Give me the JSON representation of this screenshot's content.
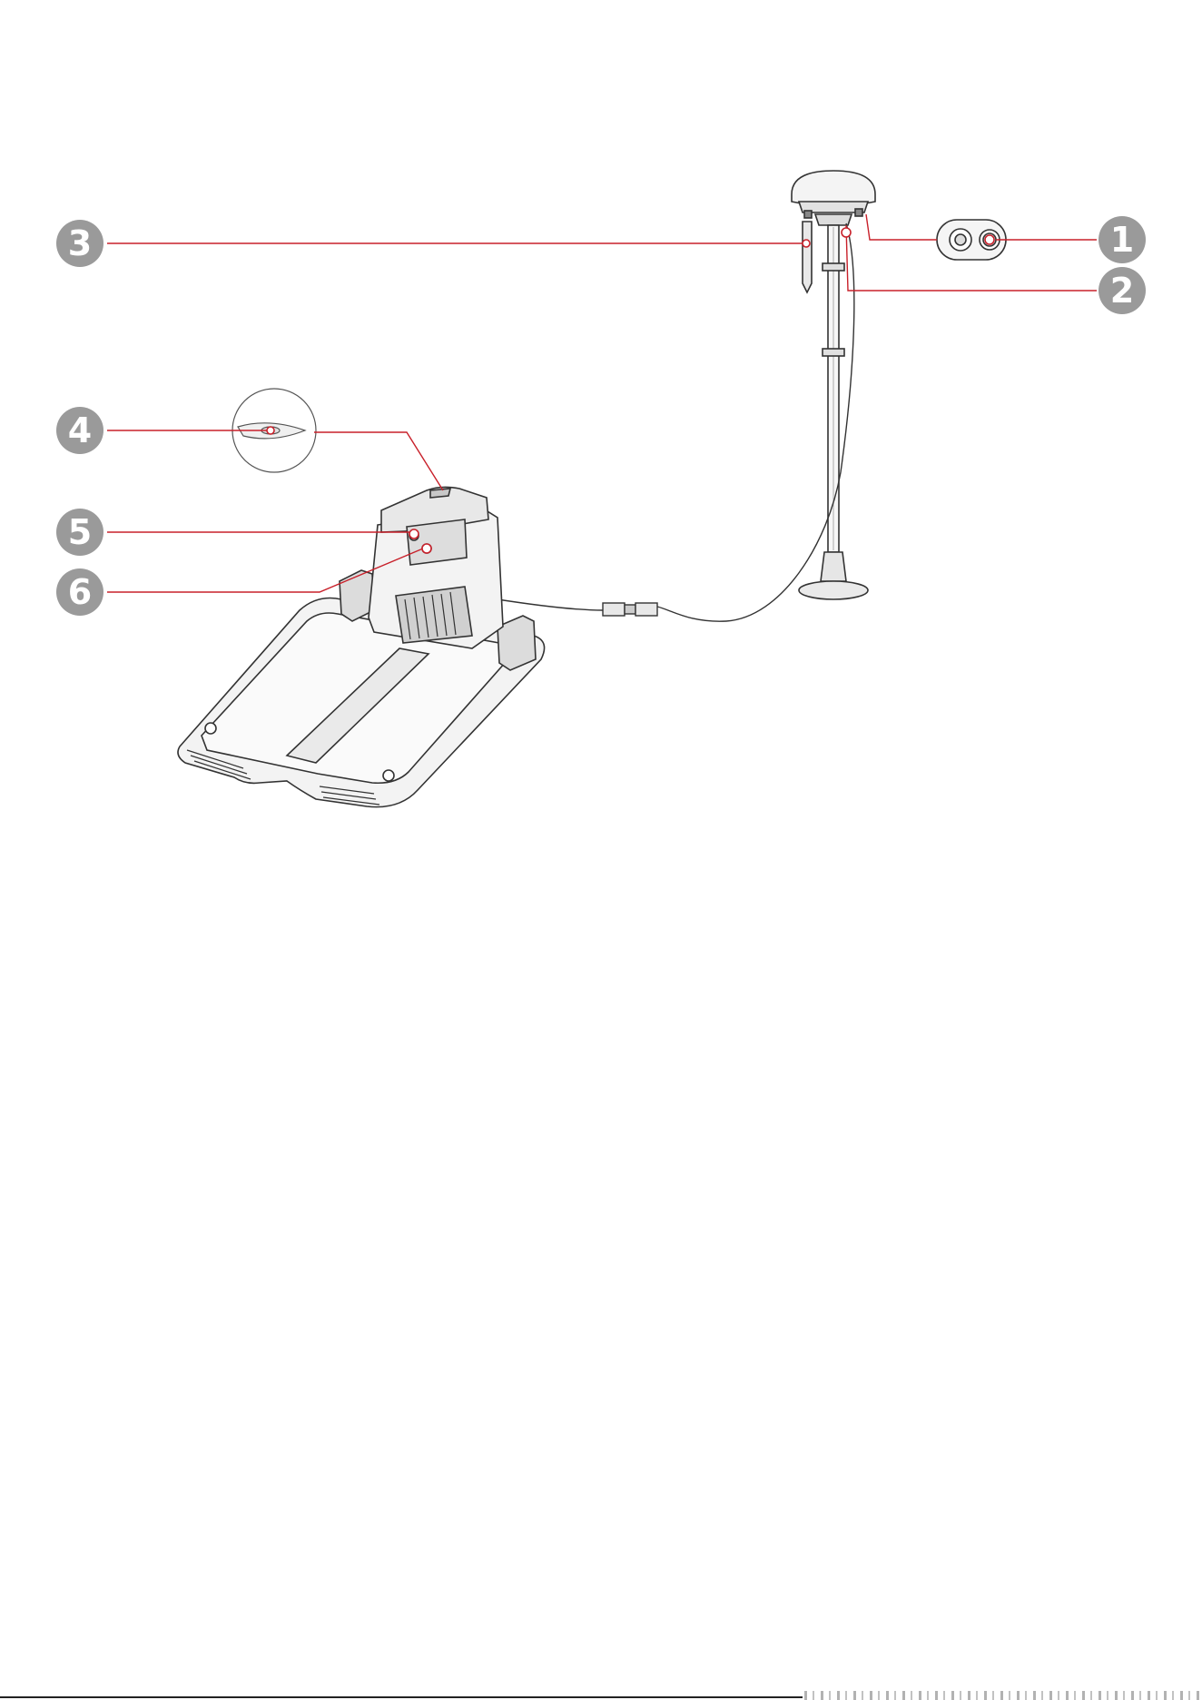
{
  "diagram": {
    "callouts": [
      {
        "number": "1",
        "target": "antenna-connector-port"
      },
      {
        "number": "2",
        "target": "antenna-cable-port"
      },
      {
        "number": "3",
        "target": "mounting-stake"
      },
      {
        "number": "4",
        "target": "charging-station-indicator"
      },
      {
        "number": "5",
        "target": "charging-contact-upper"
      },
      {
        "number": "6",
        "target": "charging-contact-lower"
      }
    ],
    "colors": {
      "leader_line": "#c8202a",
      "badge": "#9a9a9a",
      "stroke": "#333333",
      "fill": "#f2f2f2"
    }
  }
}
